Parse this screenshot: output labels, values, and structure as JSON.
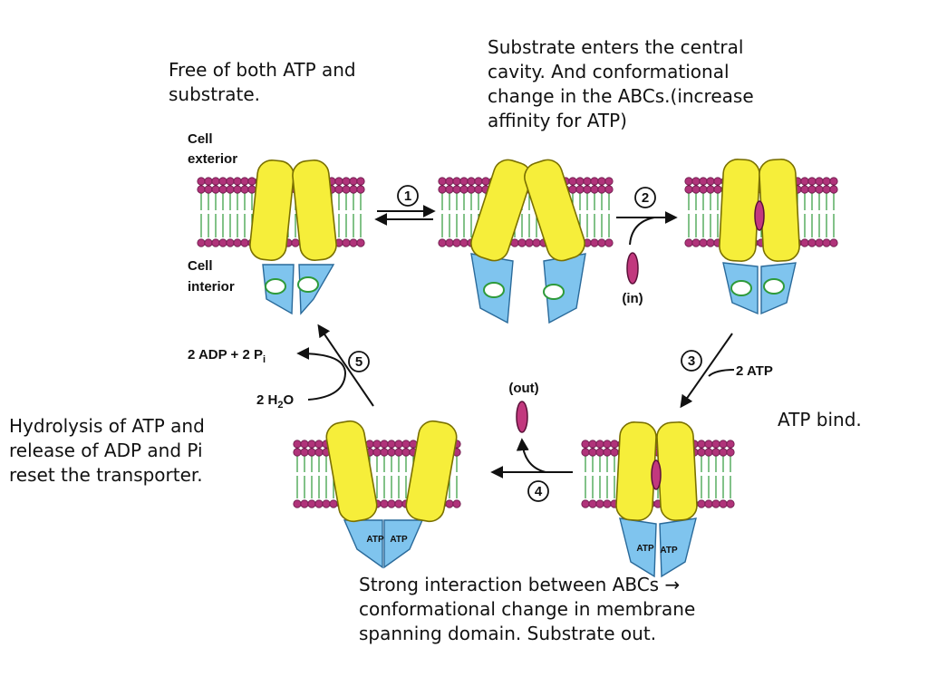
{
  "notes": {
    "free_state": "Free of both ATP and\nsubstrate.",
    "substrate_enters": "Substrate enters the central\ncavity. And conformational\nchange in the ABCs.(increase\naffinity for ATP)",
    "atp_bind": "ATP bind.",
    "hydrolysis": "Hydrolysis of ATP and\nrelease of ADP and Pi\nreset the transporter.",
    "strong_interaction": "Strong interaction between ABCs →\nconformational change in membrane\nspanning domain. Substrate out."
  },
  "labels": {
    "cell_exterior_1": "Cell",
    "cell_exterior_2": "exterior",
    "cell_interior_1": "Cell",
    "cell_interior_2": "interior",
    "substrate_in": "(in)",
    "substrate_out": "(out)",
    "atp_input": "2 ATP",
    "products_main": "2 ADP + 2 P",
    "products_sub": "i",
    "water_main": "2 H",
    "water_sub": "2",
    "water_end": "O",
    "atp_tag": "ATP"
  },
  "steps": {
    "s1": "1",
    "s2": "2",
    "s3": "3",
    "s4": "4",
    "s5": "5"
  },
  "colors": {
    "lipid_head": "#b0337a",
    "lipid_tail": "#2e9a3a",
    "domain_fill": "#f6ee3a",
    "domain_stroke": "#7a7000",
    "abc_fill": "#7fc4ee",
    "substrate": "#c2387e"
  }
}
